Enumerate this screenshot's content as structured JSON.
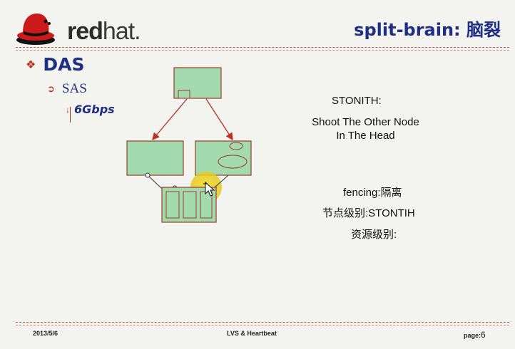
{
  "header": {
    "logo_red": "red",
    "logo_hat": "hat.",
    "title": "split-brain: 脑裂"
  },
  "bullets": {
    "level1": "DAS",
    "level2": "SAS",
    "level3": "6Gbps"
  },
  "notes": {
    "stonith": "STONITH:",
    "shoot_line1": "Shoot The Other Node",
    "shoot_line2": "In The Head",
    "fencing": "fencing:隔离",
    "node_level": "节点级别:STONTIH",
    "resource_level": "资源级别:"
  },
  "footer": {
    "date": "2013/5/6",
    "center": "LVS & Heartbeat",
    "page_label": "page:",
    "page_number": "6"
  },
  "colors": {
    "title_blue": "#1f2e86",
    "accent_red": "#c03020",
    "box_green": "#9ad8a6",
    "box_border": "#9a3a2a"
  },
  "icons": [
    "redhat-logo-icon",
    "diamond-bullet-icon",
    "arrow-bullet-icon",
    "cursor-icon"
  ]
}
